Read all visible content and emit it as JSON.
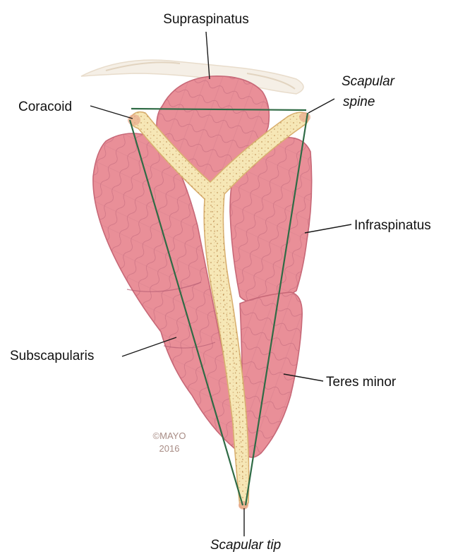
{
  "labels": {
    "supraspinatus": "Supraspinatus",
    "coracoid": "Coracoid",
    "scapular_spine_line1": "Scapular",
    "scapular_spine_line2": "spine",
    "infraspinatus": "Infraspinatus",
    "subscapularis": "Subscapularis",
    "teres_minor": "Teres minor",
    "scapular_tip": "Scapular tip"
  },
  "watermark": {
    "line1": "©MAYO",
    "line2": "2016"
  },
  "colors": {
    "muscle_fill": "#e98f98",
    "muscle_stroke": "#c76877",
    "muscle_fiber": "#b45c74",
    "bone_fill": "#f6e7b6",
    "bone_stroke": "#d9b070",
    "bone_speckle": "#b07a3a",
    "triangle_line": "#2f6b45",
    "background_sketch": "#efe7dc"
  }
}
